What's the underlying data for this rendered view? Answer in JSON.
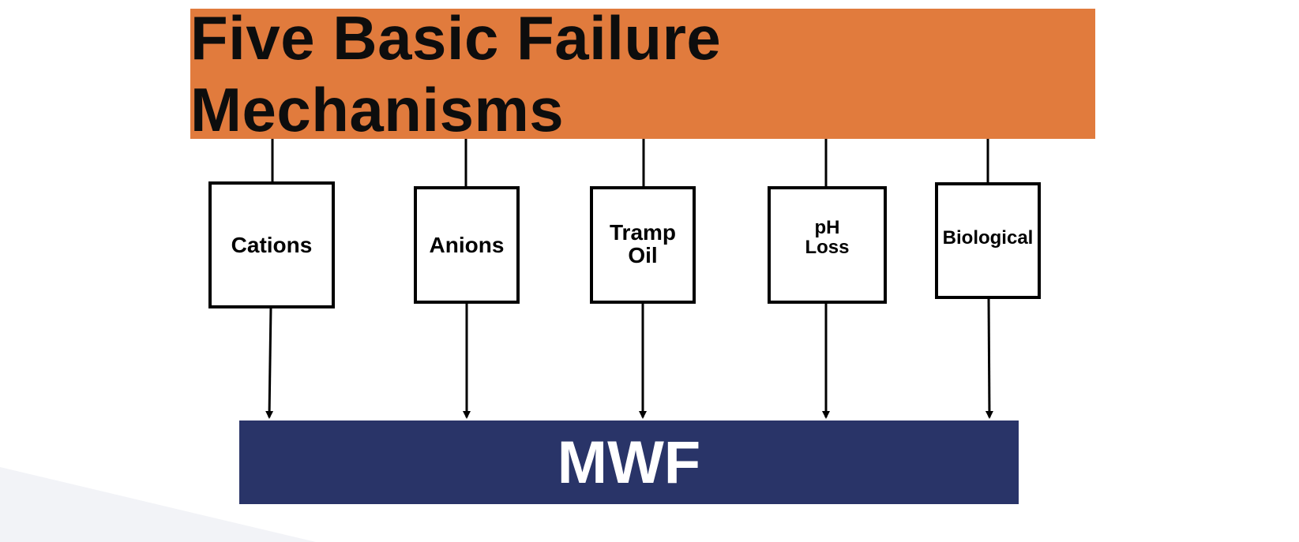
{
  "colors": {
    "title_bg": "#e17b3d",
    "target_bg": "#293468",
    "line": "#000000",
    "background_shape": "#f2f3f7"
  },
  "title": "Five Basic Failure Mechanisms",
  "mechanisms": [
    {
      "label": "Cations"
    },
    {
      "label": "Anions"
    },
    {
      "label": "Tramp\nOil"
    },
    {
      "label": "pH\nLoss"
    },
    {
      "label": "Biological"
    }
  ],
  "target": "MWF"
}
